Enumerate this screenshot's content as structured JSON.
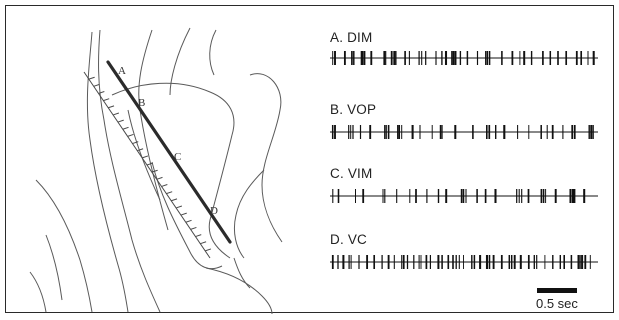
{
  "diagram": {
    "trajectory_points": [
      "A",
      "B",
      "C",
      "D"
    ]
  },
  "traces": [
    {
      "label": "A. DIM",
      "density": 1.0,
      "seed": 11
    },
    {
      "label": "B. VOP",
      "density": 0.7,
      "seed": 23
    },
    {
      "label": "C. VIM",
      "density": 0.55,
      "seed": 37
    },
    {
      "label": "D. VC",
      "density": 1.7,
      "seed": 51
    }
  ],
  "scale": {
    "label": "0.5 sec"
  }
}
